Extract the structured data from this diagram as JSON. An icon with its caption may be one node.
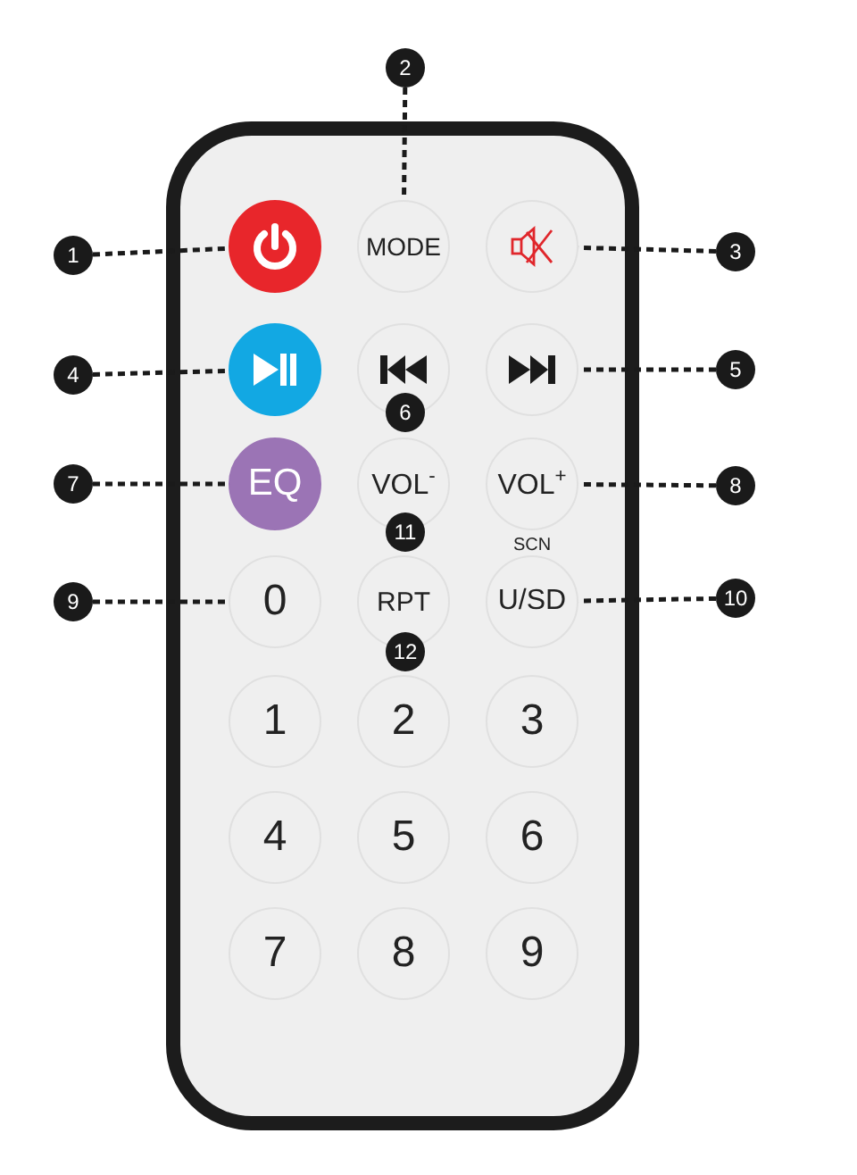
{
  "diagram": {
    "nodes": [
      {
        "text": [],
        "shape": "box"
      },
      {
        "text": [
          "2"
        ]
      },
      {
        "text": [
          "1"
        ]
      },
      {
        "text": [],
        "shape": "circle",
        "in": 0
      },
      {
        "text": [
          "MODE"
        ],
        "in": 0
      },
      {
        "text": [],
        "shape": "circle",
        "in": 0
      },
      {
        "text": [
          "3"
        ]
      },
      {
        "text": [
          "4"
        ]
      },
      {
        "text": [],
        "shape": "circle",
        "in": 0
      },
      {
        "text": [],
        "shape": "circle",
        "in": 0
      },
      {
        "text": [],
        "shape": "circle",
        "in": 0
      },
      {
        "text": [
          "5"
        ]
      },
      {
        "text": [
          "6"
        ],
        "in": 0
      },
      {
        "text": [
          "7"
        ]
      },
      {
        "text": [
          "EQ"
        ],
        "in": 0
      },
      {
        "text": [
          "VOL$^{-}$"
        ],
        "in": 0
      },
      {
        "text": [
          "VOL$^{+}$"
        ],
        "in": 0
      },
      {
        "text": [
          "8"
        ]
      },
      {
        "text": [
          "11"
        ],
        "in": 0
      },
      {
        "text": [
          "9"
        ]
      },
      {
        "text": [
          "0"
        ],
        "in": 0
      },
      {
        "text": [
          "RPT"
        ],
        "in": 0
      },
      {
        "text": [
          "U/SD"
        ],
        "beside": [
          "SCN"
        ],
        "in": 0
      },
      {
        "text": [
          "10"
        ]
      },
      {
        "text": [
          "12"
        ],
        "in": 0
      },
      {
        "text": [
          "1"
        ],
        "in": 0
      },
      {
        "text": [
          "2"
        ],
        "in": 0
      },
      {
        "text": [
          "3"
        ],
        "in": 0
      },
      {
        "text": [
          "4"
        ],
        "in": 0
      },
      {
        "text": [
          "5"
        ],
        "in": 0
      },
      {
        "text": [
          "6"
        ],
        "in": 0
      },
      {
        "text": [
          "7"
        ],
        "in": 0
      },
      {
        "text": [
          "8"
        ],
        "in": 0
      },
      {
        "text": [
          "9"
        ],
        "in": 0
      }
    ],
    "edges": [
      {
        "from": 2,
        "to": 3,
        "arrow": "none",
        "style": "dashed"
      },
      {
        "from": 1,
        "to": 4,
        "arrow": "none",
        "style": "dashed"
      },
      {
        "from": 6,
        "to": 5,
        "arrow": "none",
        "style": "dashed"
      },
      {
        "from": 7,
        "to": 8,
        "arrow": "none",
        "style": "dashed"
      },
      {
        "from": 11,
        "to": 10,
        "arrow": "none",
        "style": "dashed"
      },
      {
        "from": 13,
        "to": 14,
        "arrow": "none",
        "style": "dashed"
      },
      {
        "from": 17,
        "to": 16,
        "arrow": "none",
        "style": "dashed"
      },
      {
        "from": 19,
        "to": 20,
        "arrow": "none",
        "style": "dashed"
      },
      {
        "from": 23,
        "to": 22,
        "arrow": "none",
        "style": "dashed"
      }
    ]
  }
}
